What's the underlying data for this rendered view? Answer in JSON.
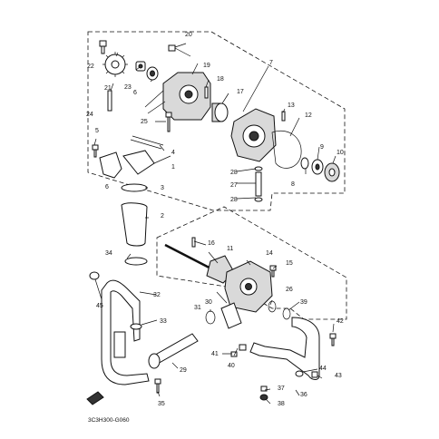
{
  "diagram": {
    "code": "3C3H300-G060",
    "labels": [
      "1",
      "2",
      "3",
      "4",
      "5",
      "6",
      "7",
      "8",
      "9",
      "10",
      "11",
      "12",
      "13",
      "14",
      "15",
      "16",
      "17",
      "18",
      "19",
      "20",
      "21",
      "22",
      "23",
      "24",
      "25",
      "26",
      "27",
      "28",
      "28",
      "29",
      "30",
      "31",
      "32",
      "33",
      "34",
      "35",
      "36",
      "37",
      "38",
      "39",
      "40",
      "41",
      "42",
      "43",
      "44",
      "45",
      "6"
    ]
  }
}
